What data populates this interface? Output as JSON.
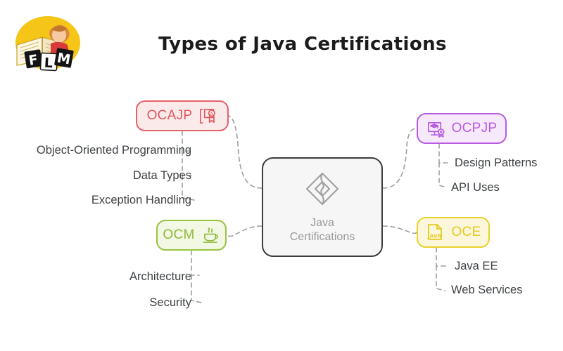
{
  "header": {
    "title": "Types of Java Certifications",
    "logo": {
      "name": "flm-logo",
      "letters": [
        "F",
        "L",
        "M"
      ]
    }
  },
  "colors": {
    "ocajp_border": "#e4636a",
    "ocajp_fill": "#fbeaea",
    "ocajp_text": "#e0575f",
    "ocpjp_border": "#b75ce2",
    "ocpjp_fill": "#f7e9fc",
    "ocpjp_text": "#b65ce2",
    "ocm_border": "#97c440",
    "ocm_fill": "#f2f8e3",
    "ocm_text": "#8eb93a",
    "oce_border": "#e9d22c",
    "oce_fill": "#fcf7da",
    "oce_text": "#e4ca24",
    "hub_border": "#3c3c3c",
    "hub_fill": "#f6f6f6",
    "hub_text": "#9a9a9a",
    "leaf_text": "#3f4245",
    "connector": "#9e9e9e",
    "logo_circle": "#f5c518"
  },
  "chart_data": {
    "type": "diagram",
    "title": "Types of Java Certifications",
    "center": {
      "label_line1": "Java",
      "label_line2": "Certifications",
      "icon": "diamond-icon"
    },
    "branches": [
      {
        "id": "ocajp",
        "label": "OCAJP",
        "icon": "certificate-badge-icon",
        "position": "top-left",
        "children": [
          "Object-Oriented Programming",
          "Data Types",
          "Exception Handling"
        ]
      },
      {
        "id": "ocpjp",
        "label": "OCPJP",
        "icon": "graduation-monitor-medal-icon",
        "position": "top-right",
        "children": [
          "Design Patterns",
          "API Uses"
        ]
      },
      {
        "id": "ocm",
        "label": "OCM",
        "icon": "java-coffee-cup-icon",
        "position": "bottom-left",
        "children": [
          "Architecture",
          "Security"
        ]
      },
      {
        "id": "oce",
        "label": "OCE",
        "icon": "java-file-icon",
        "position": "bottom-right",
        "children": [
          "Java EE",
          "Web Services"
        ]
      }
    ]
  },
  "nodes": {
    "ocajp": {
      "label": "OCAJP"
    },
    "ocpjp": {
      "label": "OCPJP"
    },
    "ocm": {
      "label": "OCM"
    },
    "oce": {
      "label": "OCE"
    },
    "center": {
      "line1": "Java",
      "line2": "Certifications"
    }
  },
  "leaves": {
    "oop": "Object-Oriented Programming",
    "data_types": "Data Types",
    "exception_handling": "Exception Handling",
    "architecture": "Architecture",
    "security": "Security",
    "design_patterns": "Design Patterns",
    "api_uses": "API Uses",
    "java_ee": "Java EE",
    "web_services": "Web Services"
  }
}
